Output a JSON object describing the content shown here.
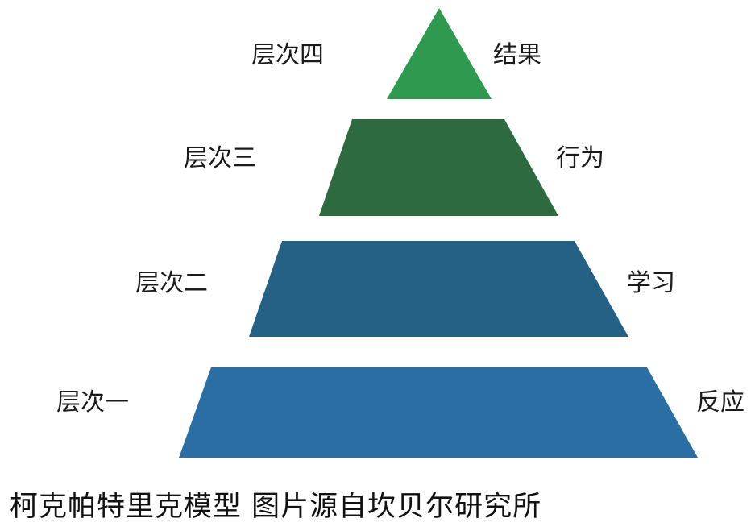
{
  "title": "柯克帕特里克模型",
  "caption": "柯克帕特里克模型 图片源自坎贝尔研究所",
  "levels": [
    {
      "level": "层次四",
      "name": "结果",
      "color": "#2f9a4f"
    },
    {
      "level": "层次三",
      "name": "行为",
      "color": "#2d6a3f"
    },
    {
      "level": "层次二",
      "name": "学习",
      "color": "#256085"
    },
    {
      "level": "层次一",
      "name": "反应",
      "color": "#2a6ea4"
    }
  ]
}
